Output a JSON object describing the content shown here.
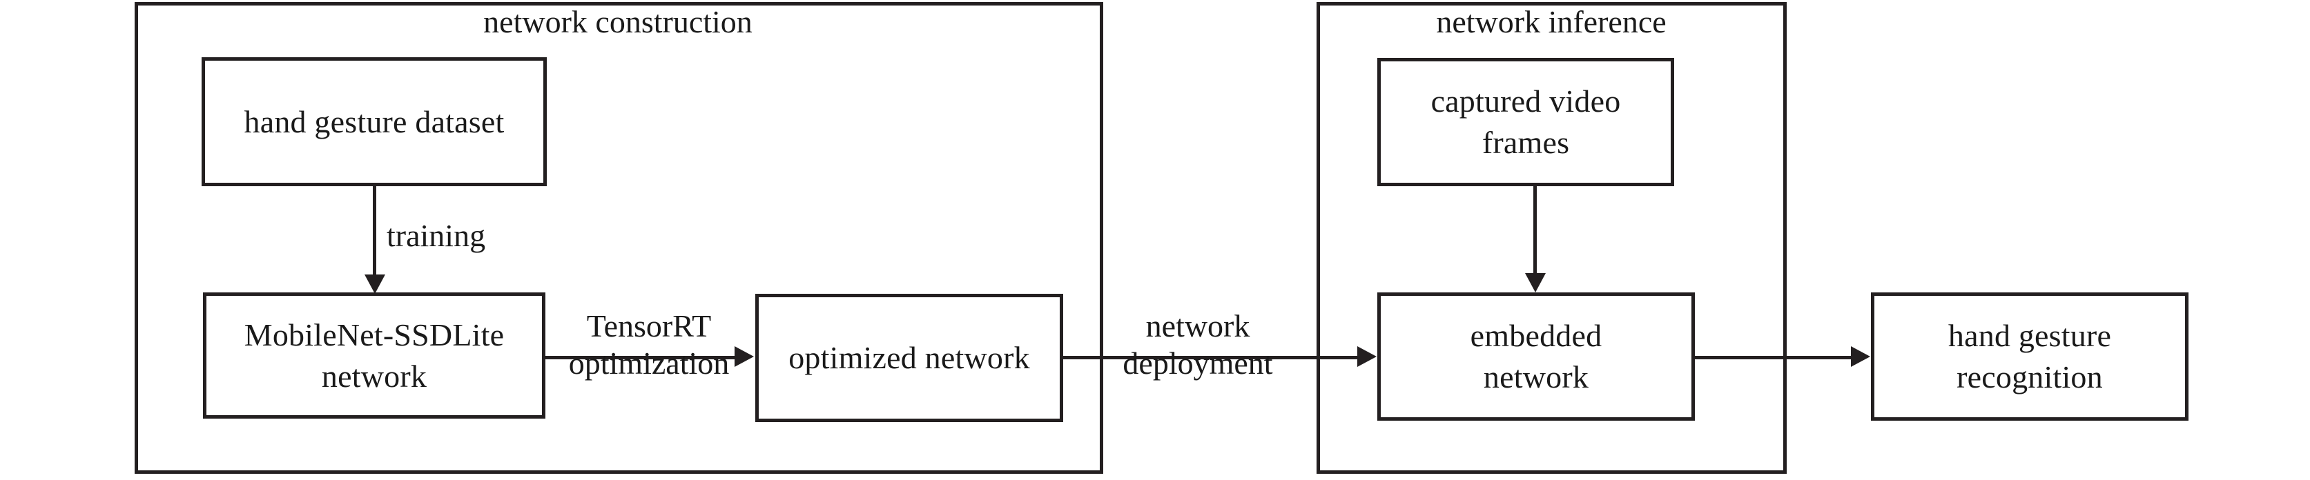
{
  "diagram": {
    "title": "hand gesture recognition pipeline",
    "colors": {
      "stroke": "#231f20",
      "background": "#ffffff",
      "text": "#1a1a1a"
    },
    "groups": [
      {
        "id": "network-construction",
        "label": "network construction"
      },
      {
        "id": "network-inference",
        "label": "network inference"
      }
    ],
    "nodes": [
      {
        "id": "hand-gesture-dataset",
        "label": "hand gesture dataset",
        "group": "network-construction"
      },
      {
        "id": "mobilenet-ssdlite-network",
        "label": "MobileNet-SSDLite\nnetwork",
        "line1": "MobileNet-SSDLite",
        "line2": "network",
        "group": "network-construction"
      },
      {
        "id": "optimized-network",
        "label": "optimized network",
        "group": "network-construction"
      },
      {
        "id": "captured-video-frames",
        "label": "captured video\nframes",
        "line1": "captured video",
        "line2": "frames",
        "group": "network-inference"
      },
      {
        "id": "embedded-network",
        "label": "embedded\nnetwork",
        "line1": "embedded",
        "line2": "network",
        "group": "network-inference"
      },
      {
        "id": "hand-gesture-recognition",
        "label": "hand gesture\nrecognition",
        "line1": "hand gesture",
        "line2": "recognition",
        "group": "none"
      }
    ],
    "edges": [
      {
        "id": "training",
        "from": "hand-gesture-dataset",
        "to": "mobilenet-ssdlite-network",
        "label": "training",
        "line1": "training",
        "line2": "",
        "direction": "down"
      },
      {
        "id": "tensorrt-optimization",
        "from": "mobilenet-ssdlite-network",
        "to": "optimized-network",
        "label": "TensorRT\noptimization",
        "line1": "TensorRT",
        "line2": "optimization",
        "direction": "right"
      },
      {
        "id": "network-deployment",
        "from": "optimized-network",
        "to": "embedded-network",
        "label": "network\ndeployment",
        "line1": "network",
        "line2": "deployment",
        "direction": "right"
      },
      {
        "id": "video-to-embedded",
        "from": "captured-video-frames",
        "to": "embedded-network",
        "label": "",
        "line1": "",
        "line2": "",
        "direction": "down"
      },
      {
        "id": "embedded-to-recognition",
        "from": "embedded-network",
        "to": "hand-gesture-recognition",
        "label": "",
        "line1": "",
        "line2": "",
        "direction": "right"
      }
    ]
  }
}
